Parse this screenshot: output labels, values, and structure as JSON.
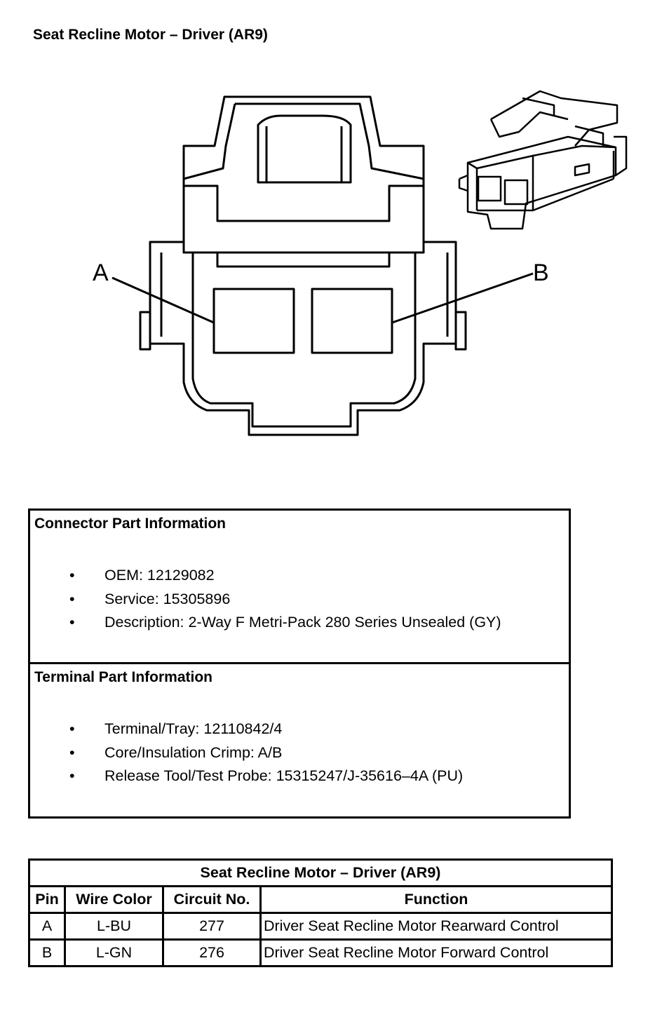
{
  "title": "Seat Recline Motor – Driver (AR9)",
  "diagram": {
    "pin_labels": [
      "A",
      "B"
    ],
    "line_color": "#000000"
  },
  "connector_info": {
    "heading": "Connector Part Information",
    "items": [
      "OEM: 12129082",
      "Service: 15305896",
      "Description: 2-Way F Metri-Pack 280 Series Unsealed (GY)"
    ]
  },
  "terminal_info": {
    "heading": "Terminal Part Information",
    "items": [
      "Terminal/Tray: 12110842/4",
      "Core/Insulation Crimp: A/B",
      "Release Tool/Test Probe: 15315247/J-35616–4A (PU)"
    ]
  },
  "bullet": "•",
  "pin_table": {
    "title": "Seat Recline Motor – Driver (AR9)",
    "headers": [
      "Pin",
      "Wire Color",
      "Circuit No.",
      "Function"
    ],
    "rows": [
      [
        "A",
        "L-BU",
        "277",
        "Driver Seat Recline Motor Rearward Control"
      ],
      [
        "B",
        "L-GN",
        "276",
        "Driver Seat Recline Motor Forward Control"
      ]
    ]
  }
}
